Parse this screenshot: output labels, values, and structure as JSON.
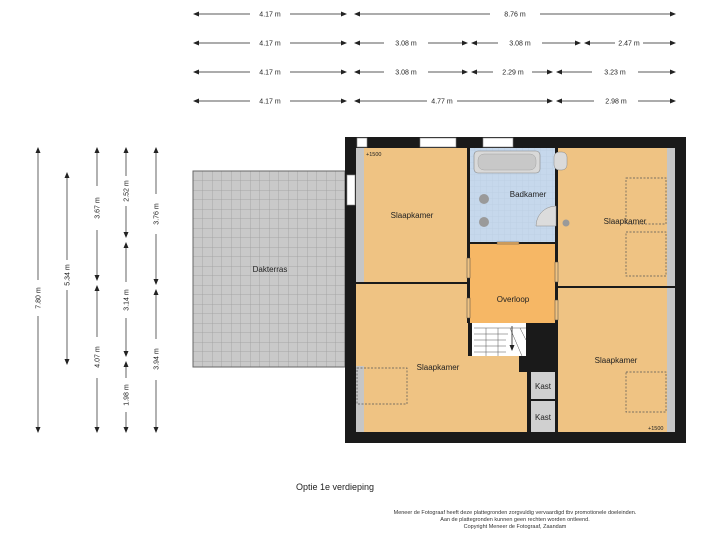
{
  "dimensions": {
    "row1": [
      "4.17 m",
      "8.76 m"
    ],
    "row2": [
      "4.17 m",
      "3.08 m",
      "3.08 m",
      "2.47 m"
    ],
    "row3": [
      "4.17 m",
      "3.08 m",
      "2.29 m",
      "3.23 m"
    ],
    "row4": [
      "4.17 m",
      "4.77 m",
      "2.98 m"
    ],
    "vertical": [
      "7.80 m",
      "5.34 m",
      "3.67 m",
      "4.07 m",
      "2.52 m",
      "3.14 m",
      "1.98 m",
      "3.76 m",
      "3.94 m"
    ]
  },
  "rooms": {
    "dakterras": "Dakterras",
    "slaapkamer_tl": "Slaapkamer",
    "badkamer": "Badkamer",
    "slaapkamer_tr": "Slaapkamer",
    "overloop": "Overloop",
    "slaapkamer_bl": "Slaapkamer",
    "slaapkamer_br": "Slaapkamer",
    "kast_1": "Kast",
    "kast_2": "Kast"
  },
  "levels": {
    "top_left": "+1500",
    "bottom_right": "+1500"
  },
  "caption": "Optie 1e verdieping",
  "disclaimer": [
    "Meneer de Fotograaf heeft deze plattegronden zorgvuldig vervaardigd tbv promotionele doeleinden.",
    "Aan de plattegronden kunnen geen rechten worden ontleend.",
    "Copyright Meneer de Fotograaf, Zaandam"
  ],
  "colors": {
    "room_fill": "#efc383",
    "overloop_fill": "#f6b765",
    "bathroom_fill": "#c4d6ea",
    "terrace_fill": "#c7c7c7",
    "wall": "#1a1a1a"
  }
}
